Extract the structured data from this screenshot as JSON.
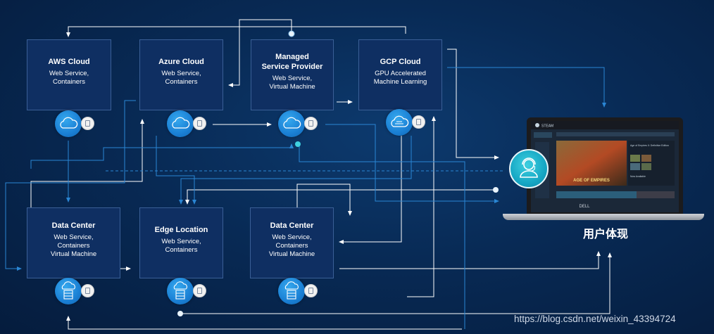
{
  "nodes": {
    "aws": {
      "title": "AWS Cloud",
      "sub": "Web Service,\nContainers"
    },
    "azure": {
      "title": "Azure Cloud",
      "sub": "Web Service,\nContainers"
    },
    "msp": {
      "title": "Managed\nService Provider",
      "sub": "Web Service,\nVirtual Machine"
    },
    "gcp": {
      "title": "GCP Cloud",
      "sub": "GPU Accelerated\nMachine Learning"
    },
    "dc1": {
      "title": "Data Center",
      "sub": "Web Service,\nContainers\nVirtual Machine"
    },
    "edge": {
      "title": "Edge Location",
      "sub": "Web Service,\nContainers"
    },
    "dc2": {
      "title": "Data Center",
      "sub": "Web Service,\nContainers\nVirtual Machine"
    }
  },
  "laptop": {
    "brand": "DELL",
    "screen_app": "STEAM",
    "featured_game": "AGE OF EMPIRES",
    "featured_game_title": "Age of Empires II: Definitive Edition",
    "featured_game_status": "Now Available"
  },
  "user_experience_label": "用户体现",
  "watermark": "https://blog.csdn.net/weixin_43394724",
  "colors": {
    "background": "#082a55",
    "box": "#0f2f62",
    "line_white": "#ffffff",
    "line_blue": "#2a86d4",
    "accent": "#1a7fd4"
  },
  "icons": {
    "cloud": "cloud-icon",
    "server": "server-icon",
    "mini": "document-icon",
    "agent": "headset-user-icon"
  }
}
